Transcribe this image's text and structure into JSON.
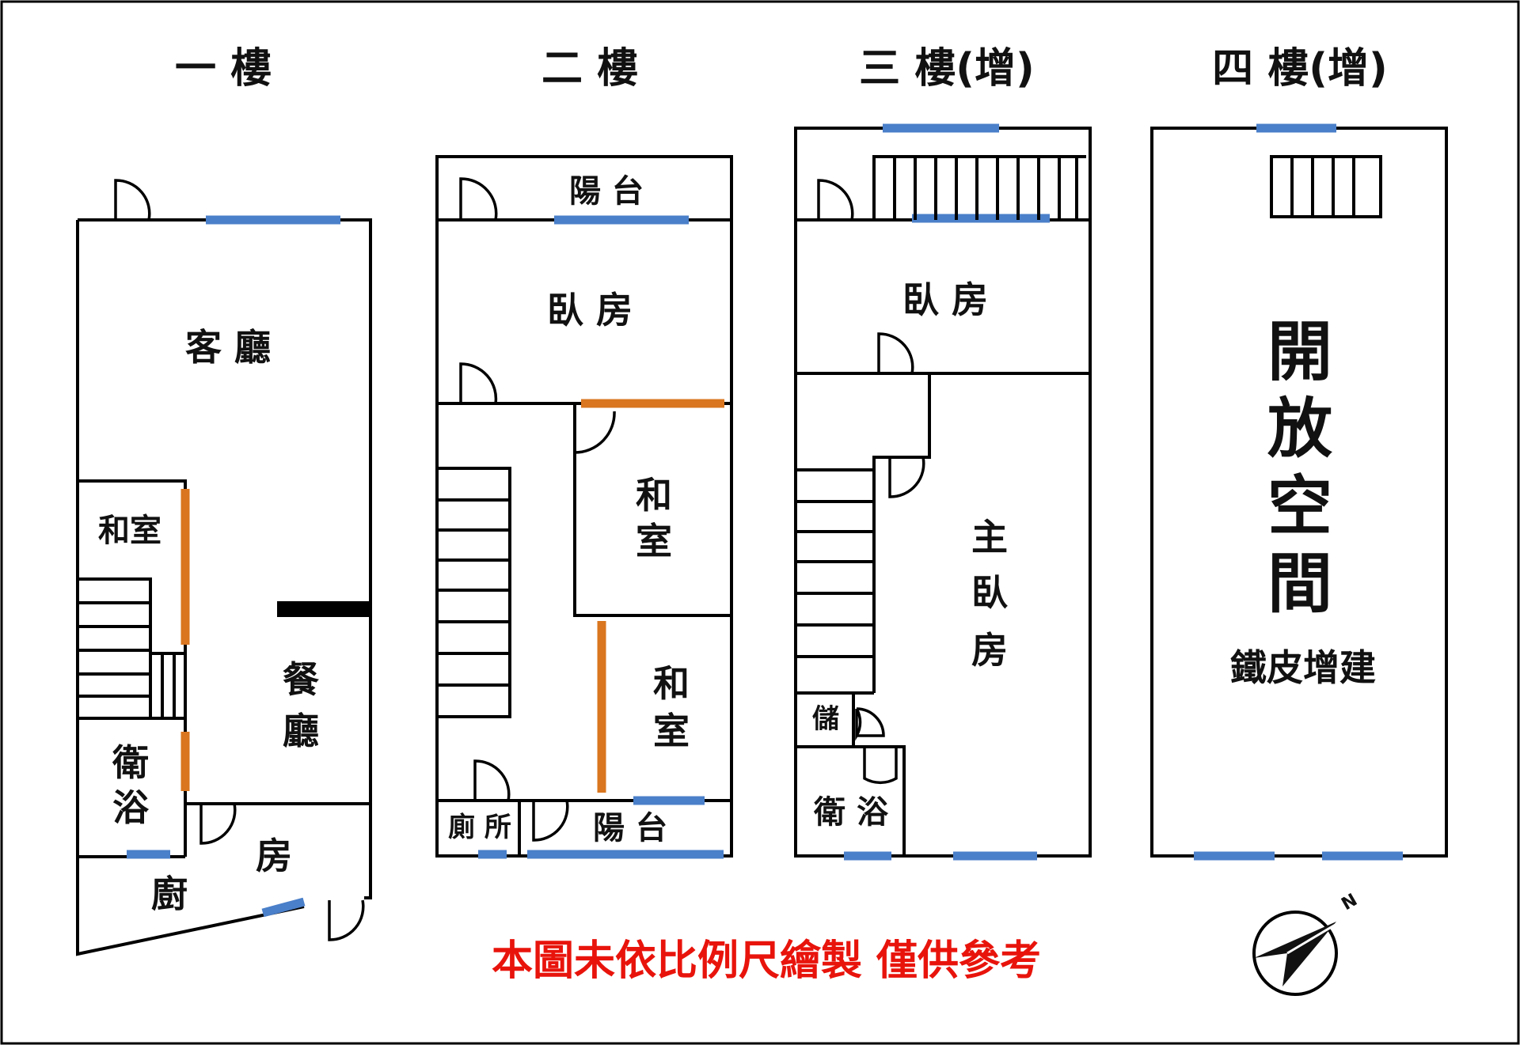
{
  "floors": [
    {
      "title": "一 樓",
      "rooms": {
        "living": "客 廳",
        "washitsu": "和室",
        "dining_1": "餐",
        "dining_2": "廳",
        "bath_1": "衛",
        "bath_2": "浴",
        "room": "房",
        "kitchen": "廚"
      }
    },
    {
      "title": "二 樓",
      "rooms": {
        "balcony_top": "陽 台",
        "bedroom": "臥 房",
        "washitsu_a_1": "和",
        "washitsu_a_2": "室",
        "washitsu_b_1": "和",
        "washitsu_b_2": "室",
        "toilet": "廁 所",
        "balcony_bottom": "陽 台"
      }
    },
    {
      "title": "三 樓(增)",
      "rooms": {
        "bedroom": "臥 房",
        "master_1": "主",
        "master_2": "臥",
        "master_3": "房",
        "storage": "儲",
        "bath": "衛 浴"
      }
    },
    {
      "title": "四 樓(增)",
      "rooms": {
        "open_1": "開",
        "open_2": "放",
        "open_3": "空",
        "open_4": "間",
        "extension": "鐵皮增建"
      }
    }
  ],
  "note": "本圖未依比例尺繪製  僅供參考",
  "compass": {
    "label": "N",
    "icon": "north-arrow-icon"
  },
  "colors": {
    "window": "#4a7fc9",
    "sliding_door": "#d9761f",
    "note_text": "#e8140c"
  }
}
